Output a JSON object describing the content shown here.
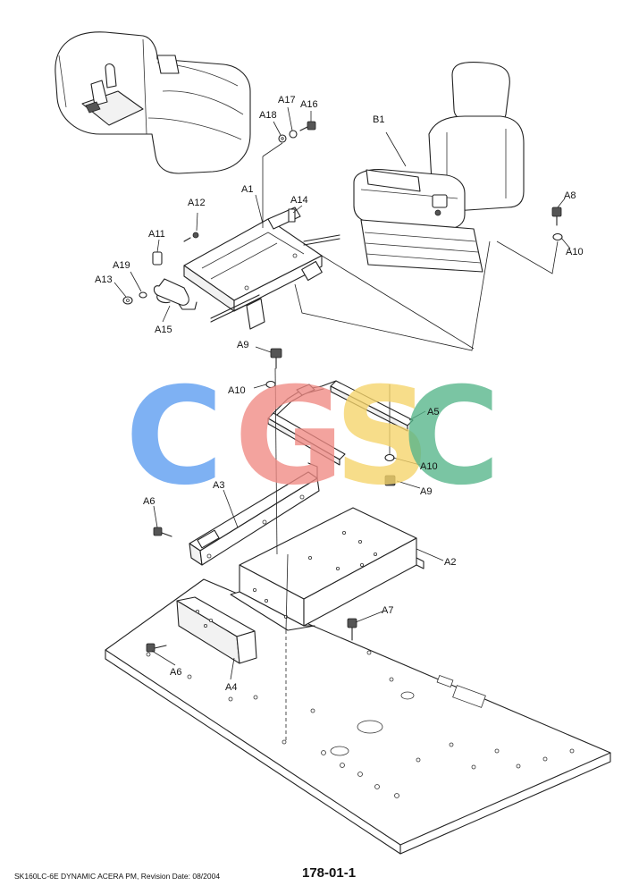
{
  "labels": {
    "a1": "A1",
    "a2": "A2",
    "a3": "A3",
    "a4": "A4",
    "a5": "A5",
    "a6_left": "A6",
    "a6_bottom": "A6",
    "a7": "A7",
    "a8": "A8",
    "a9_top": "A9",
    "a9_bottom": "A9",
    "a10_right": "A10",
    "a10_mid": "A10",
    "a10_lower": "A10",
    "a11": "A11",
    "a12": "A12",
    "a13": "A13",
    "a14": "A14",
    "a15": "A15",
    "a16": "A16",
    "a17": "A17",
    "a18": "A18",
    "a19": "A19",
    "b1": "B1"
  },
  "watermark": {
    "letters": [
      "C",
      "G",
      "S",
      "C"
    ],
    "colors": [
      "#5b9cf0",
      "#f08a84",
      "#f6d46a",
      "#55b58a"
    ]
  },
  "footer": {
    "model_revision": "SK160LC-6E DYNAMIC ACERA PM, Revision Date: 08/2004",
    "page_number": "178-01-1"
  }
}
